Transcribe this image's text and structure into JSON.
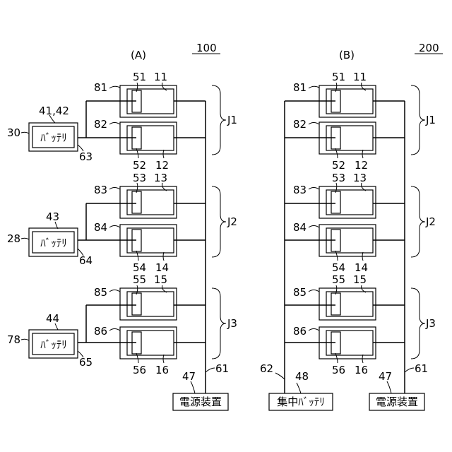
{
  "panel_a": {
    "caption": "(A)",
    "ref": "100",
    "battery_label": "ﾊﾞｯﾃﾘ",
    "power_label": "電源装置",
    "refs": {
      "r81": "81",
      "r82": "82",
      "r83": "83",
      "r84": "84",
      "r85": "85",
      "r86": "86",
      "r51": "51",
      "r52": "52",
      "r53": "53",
      "r54": "54",
      "r55": "55",
      "r56": "56",
      "r11": "11",
      "r12": "12",
      "r13": "13",
      "r14": "14",
      "r15": "15",
      "r16": "16",
      "r41": "41,42",
      "r43": "43",
      "r44": "44",
      "r30": "30",
      "r28": "28",
      "r78": "78",
      "r63": "63",
      "r64": "64",
      "r65": "65",
      "r47": "47",
      "r61": "61",
      "j1": "J1",
      "j2": "J2",
      "j3": "J3"
    }
  },
  "panel_b": {
    "caption": "(B)",
    "ref": "200",
    "central_battery_label": "集中ﾊﾞｯﾃﾘ",
    "power_label": "電源装置",
    "refs": {
      "r81": "81",
      "r82": "82",
      "r83": "83",
      "r84": "84",
      "r85": "85",
      "r86": "86",
      "r51": "51",
      "r52": "52",
      "r53": "53",
      "r54": "54",
      "r55": "55",
      "r56": "56",
      "r11": "11",
      "r12": "12",
      "r13": "13",
      "r14": "14",
      "r15": "15",
      "r16": "16",
      "r48": "48",
      "r47": "47",
      "r62": "62",
      "r61": "61",
      "j1": "J1",
      "j2": "J2",
      "j3": "J3"
    }
  }
}
